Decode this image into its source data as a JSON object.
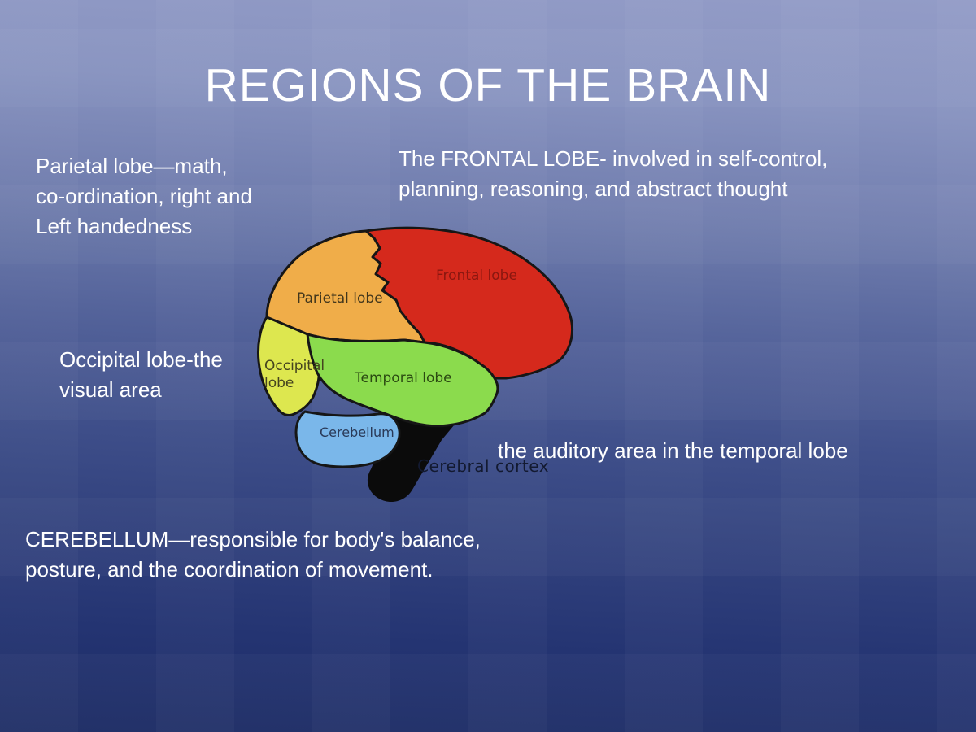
{
  "slide": {
    "title": "REGIONS OF THE BRAIN",
    "annotations": {
      "parietal": "Parietal lobe—math,\nco-ordination, right and\nLeft handedness",
      "frontal": "The FRONTAL LOBE- involved in self-control,\nplanning, reasoning, and abstract thought",
      "occipital": "Occipital lobe-the\nvisual area",
      "auditory": "the auditory area in the temporal lobe",
      "cerebellum": "CEREBELLUM—responsible for body's balance,\nposture, and the coordination of movement."
    }
  },
  "diagram": {
    "labels": {
      "frontal": "Frontal lobe",
      "parietal": "Parietal lobe",
      "occipital": "Occipital\nlobe",
      "temporal": "Temporal lobe",
      "cerebellum": "Cerebellum",
      "cerebral_cortex": "Cerebral cortex"
    },
    "colors": {
      "frontal": "#d5291c",
      "parietal": "#f0ad49",
      "occipital": "#dde74f",
      "temporal": "#8bdb4d",
      "cerebellum": "#7ab7ea",
      "brain_stem": "#0b0b0b",
      "outline": "#161616",
      "background_top": "#939cc7",
      "background_bottom": "#1c2b64",
      "slide_text": "#ffffff"
    }
  }
}
